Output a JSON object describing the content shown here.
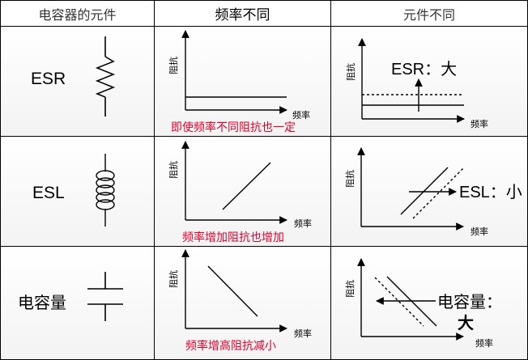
{
  "headers": {
    "col1": "电容器的元件",
    "col2": "频率不同",
    "col3": "元件不同"
  },
  "rows": [
    {
      "label": "ESR",
      "caption": "即使频率不同阻抗也一定",
      "annotation": "ESR：大"
    },
    {
      "label": "ESL",
      "caption": "频率增加阻抗也增加",
      "annotation": "ESL：小"
    },
    {
      "label": "电容量",
      "caption": "频率增高阻抗减小",
      "annotation_line1": "电容量：",
      "annotation_line2": "大"
    }
  ],
  "axes": {
    "y_label": "阻抗",
    "x_label": "频率"
  },
  "colors": {
    "caption": "#e4002b",
    "grid": "#000000"
  },
  "symbols": {
    "row1": "resistor-symbol",
    "row2": "inductor-coil-symbol",
    "row3": "capacitor-symbol"
  }
}
